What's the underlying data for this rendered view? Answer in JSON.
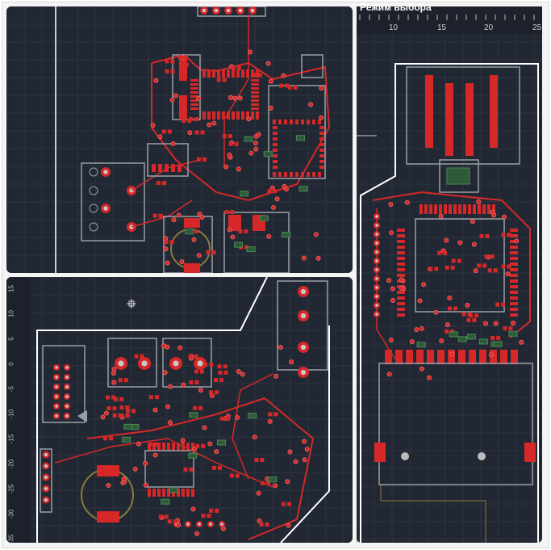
{
  "panels": {
    "top_left": {
      "name": "pcb-view-1"
    },
    "bottom_left": {
      "ruler_labels": [
        "15",
        "10",
        "5",
        "0",
        "-5",
        "-10",
        "-15",
        "-20",
        "-25",
        "-30",
        "-35"
      ]
    },
    "right": {
      "mode_label": "Режим выбора",
      "ruler_labels": [
        "10",
        "15",
        "20",
        "25"
      ]
    }
  },
  "colors": {
    "background": "#222833",
    "trace": "#d62828",
    "silkscreen": "#9aa0a8",
    "board_outline": "#ffffff",
    "grid": "#2c3340"
  }
}
